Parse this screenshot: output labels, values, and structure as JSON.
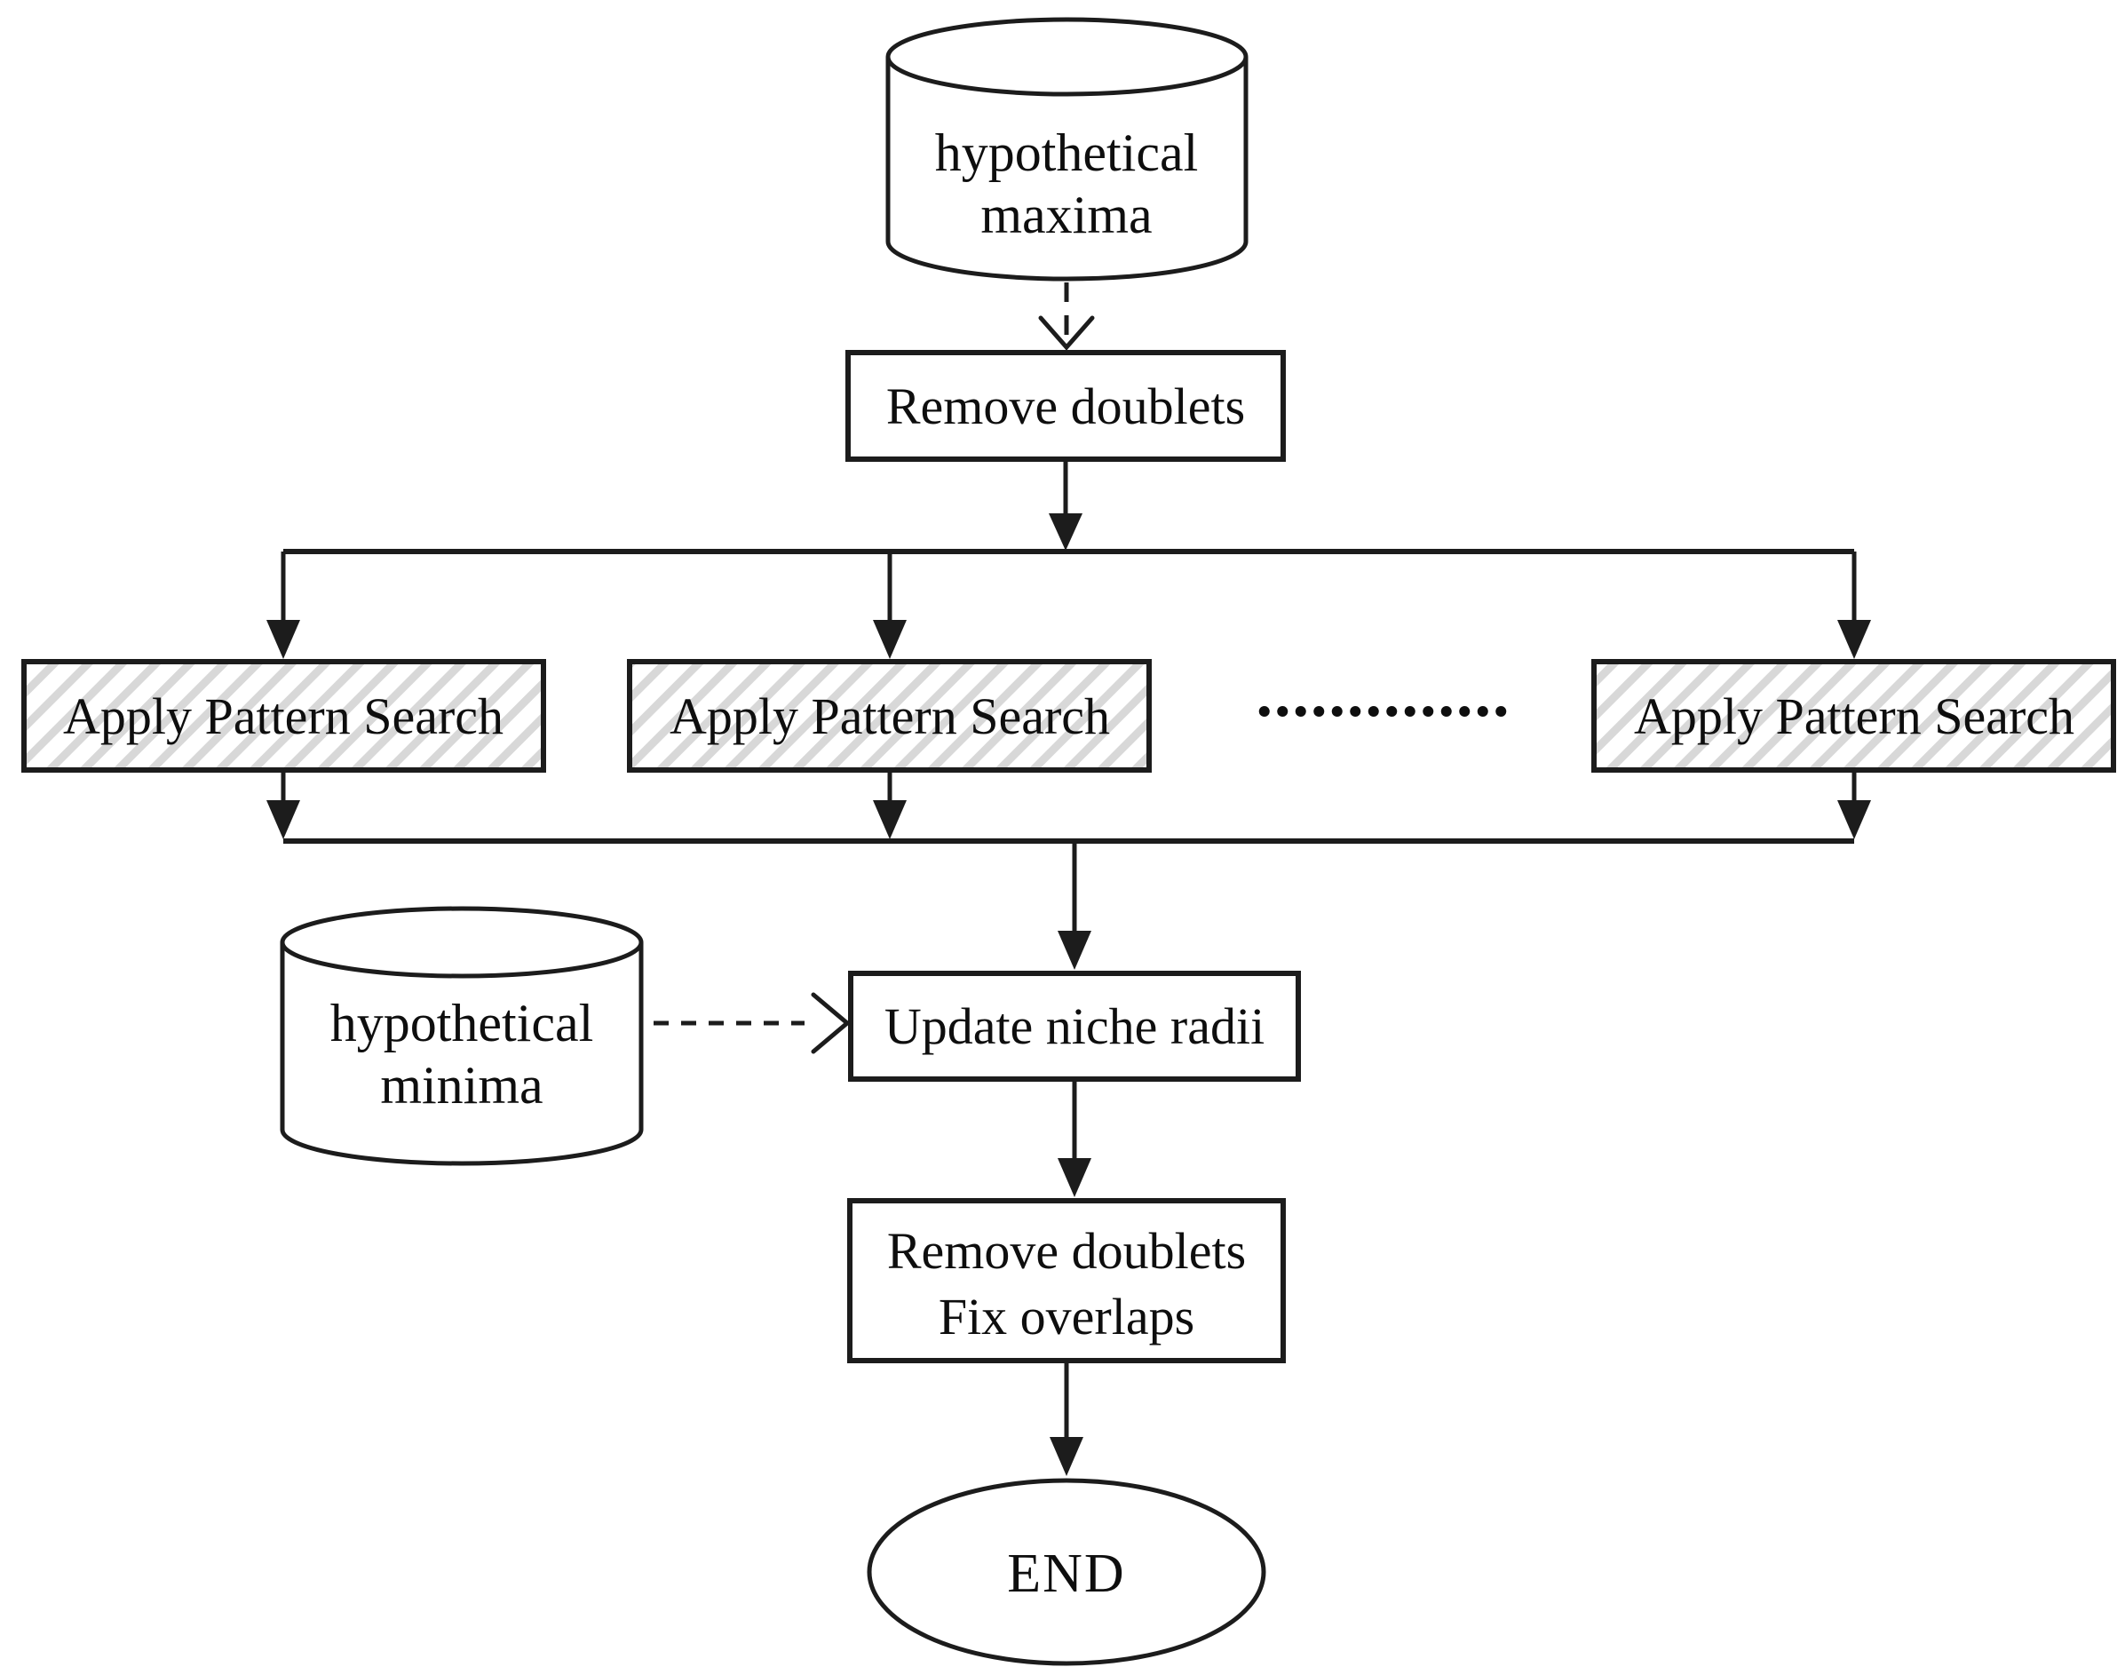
{
  "nodes": {
    "maxima": {
      "line1": "hypothetical",
      "line2": "maxima"
    },
    "remove_doublets": {
      "label": "Remove doublets"
    },
    "apply_pattern_search": [
      {
        "label": "Apply Pattern Search"
      },
      {
        "label": "Apply Pattern Search"
      },
      {
        "label": "Apply Pattern Search"
      }
    ],
    "ellipsis": {
      "label": ".............."
    },
    "minima": {
      "line1": "hypothetical",
      "line2": "minima"
    },
    "update_niche_radii": {
      "label": "Update niche radii"
    },
    "remove_doublets_fix_overlaps": {
      "line1": "Remove doublets",
      "line2": "Fix overlaps"
    },
    "end": {
      "label": "END"
    }
  },
  "colors": {
    "stroke": "#1c1c1c",
    "text": "#0e0e0e",
    "hatch": "#d8d8d8",
    "background": "#ffffff"
  }
}
